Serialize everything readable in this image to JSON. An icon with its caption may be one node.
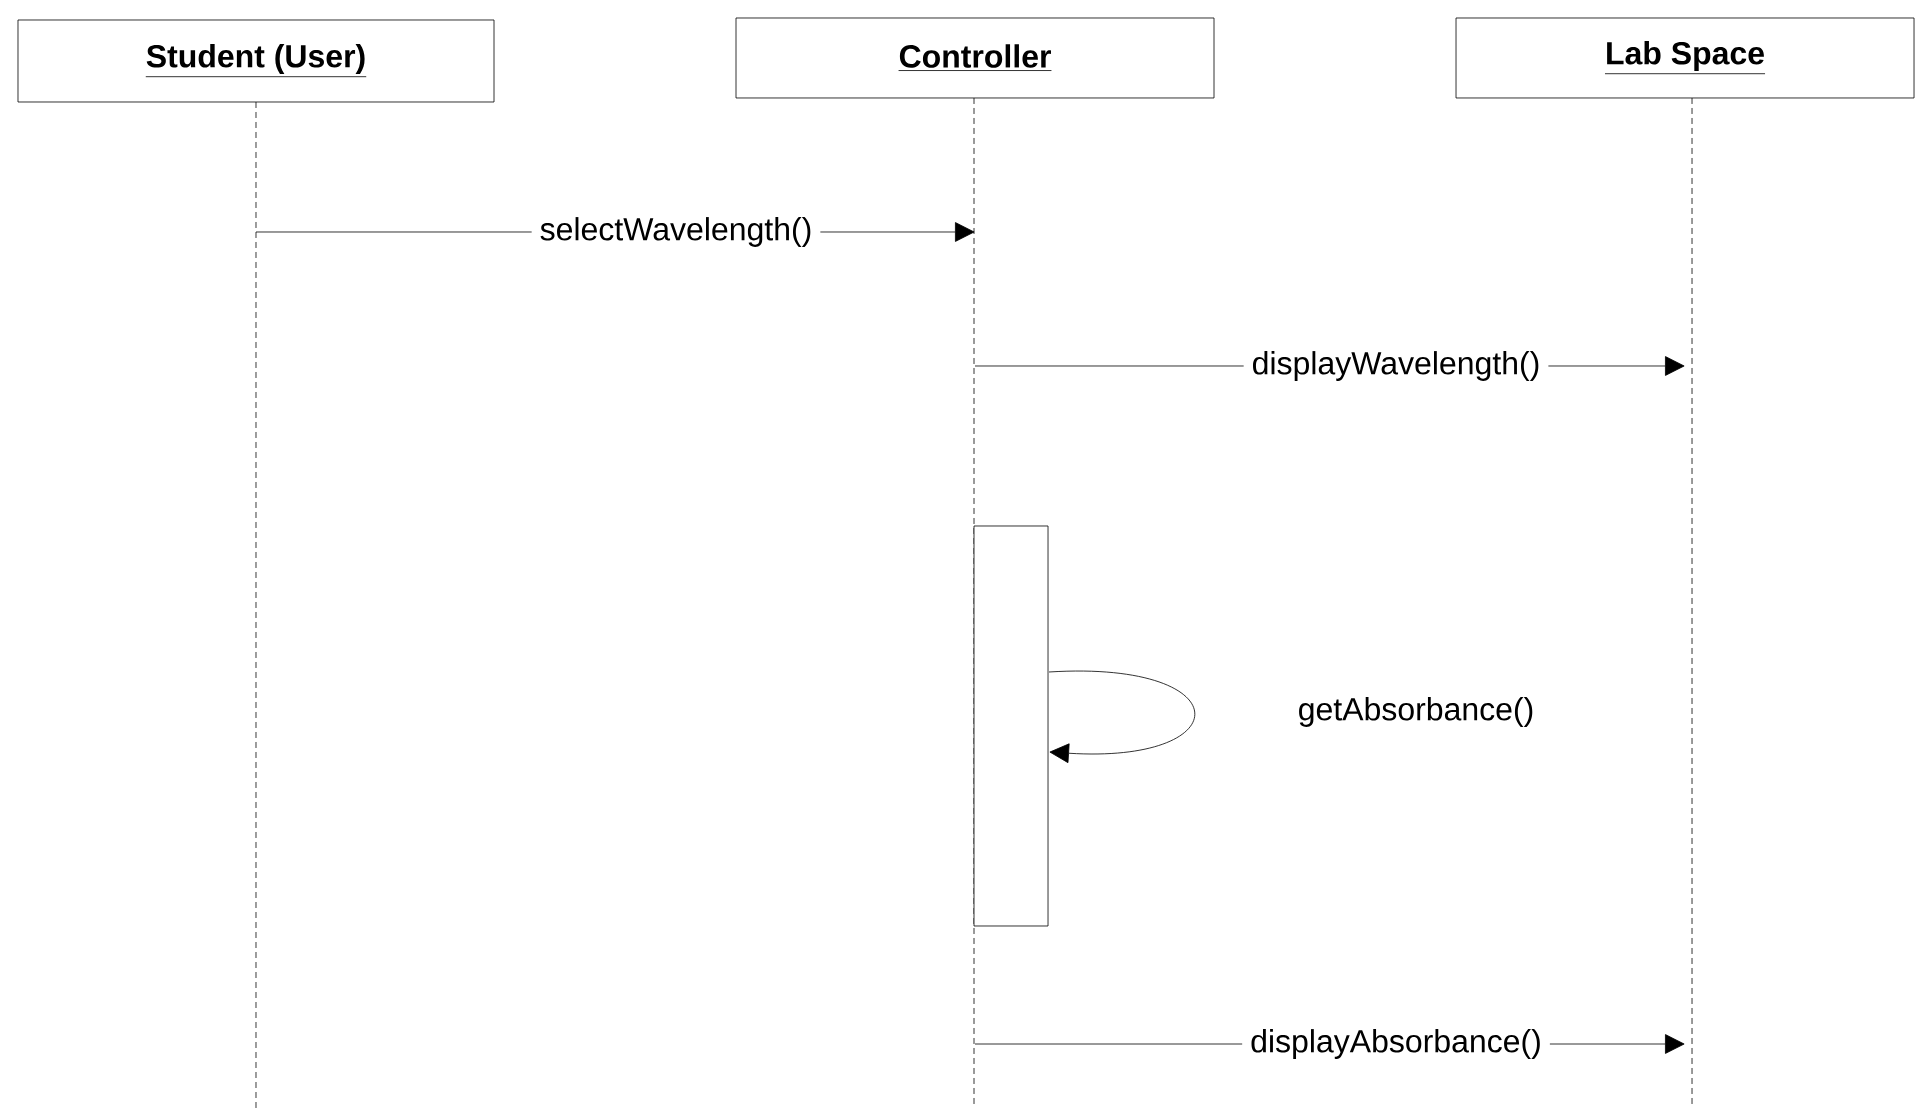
{
  "diagram": {
    "nodes": [
      {
        "text": [
          "Student (User)"
        ]
      },
      {
        "text": [
          "Controller"
        ]
      },
      {
        "text": [
          "Lab Space"
        ]
      }
    ],
    "edges": [
      {
        "from": 0,
        "to": 1,
        "arrow": "to",
        "label": "selectWavelength()"
      },
      {
        "from": 1,
        "to": 2,
        "arrow": "to",
        "label": "displayWavelength()"
      },
      {
        "from": 1,
        "to": 1,
        "arrow": "to",
        "label": "getAbsorbance()"
      },
      {
        "from": 1,
        "to": 2,
        "arrow": "to",
        "label": "displayAbsorbance()"
      }
    ]
  }
}
